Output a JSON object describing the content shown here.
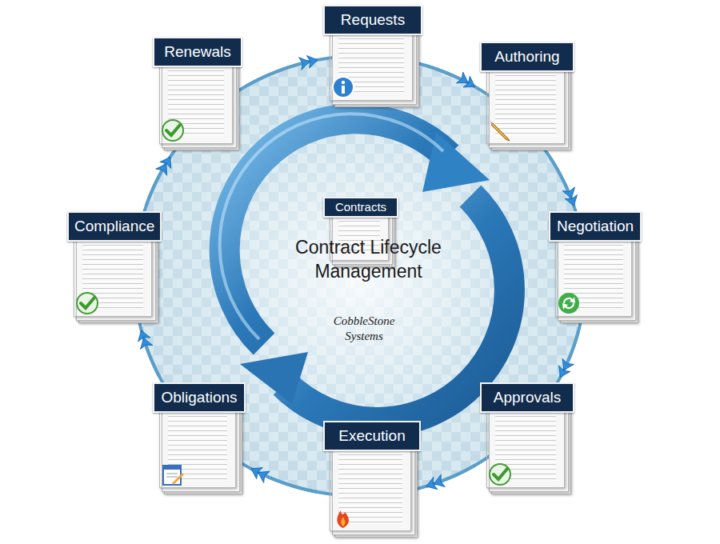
{
  "diagram": {
    "nodes": [
      {
        "text": [
          "Requests"
        ]
      },
      {
        "text": [
          "Authoring"
        ]
      },
      {
        "text": [
          "Negotiation"
        ]
      },
      {
        "text": [
          "Approvals"
        ]
      },
      {
        "text": [
          "Execution"
        ]
      },
      {
        "text": [
          "Obligations"
        ]
      },
      {
        "text": [
          "Compliance"
        ]
      },
      {
        "text": [
          "Renewals"
        ]
      },
      {
        "text": [
          "Contracts"
        ]
      }
    ],
    "edges": [
      {
        "from": 0,
        "to": 1,
        "arrow": "to"
      },
      {
        "from": 1,
        "to": 2,
        "arrow": "to"
      },
      {
        "from": 2,
        "to": 3,
        "arrow": "to"
      },
      {
        "from": 3,
        "to": 4,
        "arrow": "to"
      },
      {
        "from": 4,
        "to": 5,
        "arrow": "to"
      },
      {
        "from": 5,
        "to": 6,
        "arrow": "to"
      },
      {
        "from": 6,
        "to": 7,
        "arrow": "to"
      },
      {
        "from": 7,
        "to": 0,
        "arrow": "to"
      }
    ],
    "labels": [
      "Contract Lifecycle Management",
      "CobbleStone Systems"
    ]
  }
}
